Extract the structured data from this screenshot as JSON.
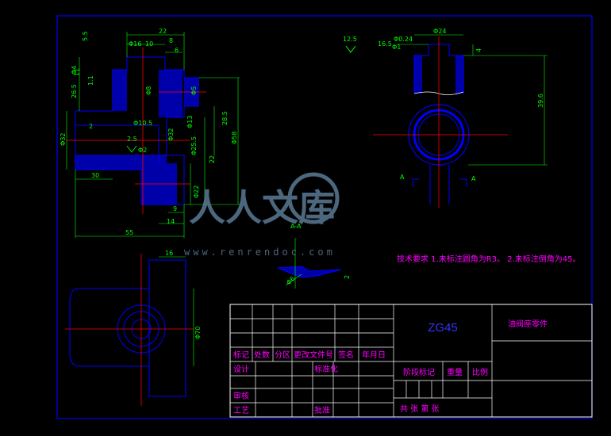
{
  "drawing": {
    "material": "ZG45",
    "part_name": "油阀座零件",
    "tech_req": "技术要求 1.未标注圆角为R3。 2.未标注倒角为45。",
    "colors": {
      "frame": "#0000ff",
      "outline": "#0000cc",
      "dim": "#00ff00",
      "center": "#ff0000",
      "tb_text": "#ff00ff",
      "tb_grid": "#ffffff"
    }
  },
  "title_block": {
    "row_labels": [
      "标记",
      "处数",
      "分区",
      "更改文件号",
      "签名",
      "年月日"
    ],
    "design": "设计",
    "standardize": "标准化",
    "review": "审核",
    "process": "工艺",
    "approve": "批准",
    "stage_mark": "阶段标记",
    "weight": "重量",
    "scale": "比例",
    "sheets": "共  张 第  张"
  },
  "dims_front": [
    "5.5",
    "Φ16",
    "10",
    "22",
    "8",
    "6",
    "26.5",
    "Φ4",
    "11",
    "1.1",
    "Φ8",
    "Φ5",
    "28.5",
    "Φ58",
    "Φ32",
    "2",
    "Φ10.5",
    "Φ13",
    "Φ25.5",
    "Φ32",
    "2.5",
    "Φ2",
    "22",
    "30",
    "Φ22",
    "9",
    "14",
    "55"
  ],
  "dims_top": [
    "12.5",
    "Φ0.24",
    "16.5",
    "Φ1",
    "Φ24",
    "4",
    "39.6",
    "A",
    "A"
  ],
  "dims_side": [
    "16",
    "Φ70"
  ],
  "dims_detail": [
    "A-A",
    "Φ6",
    "2"
  ],
  "watermark": {
    "brand": "人人文库",
    "url": "www.renrendoc.com"
  }
}
